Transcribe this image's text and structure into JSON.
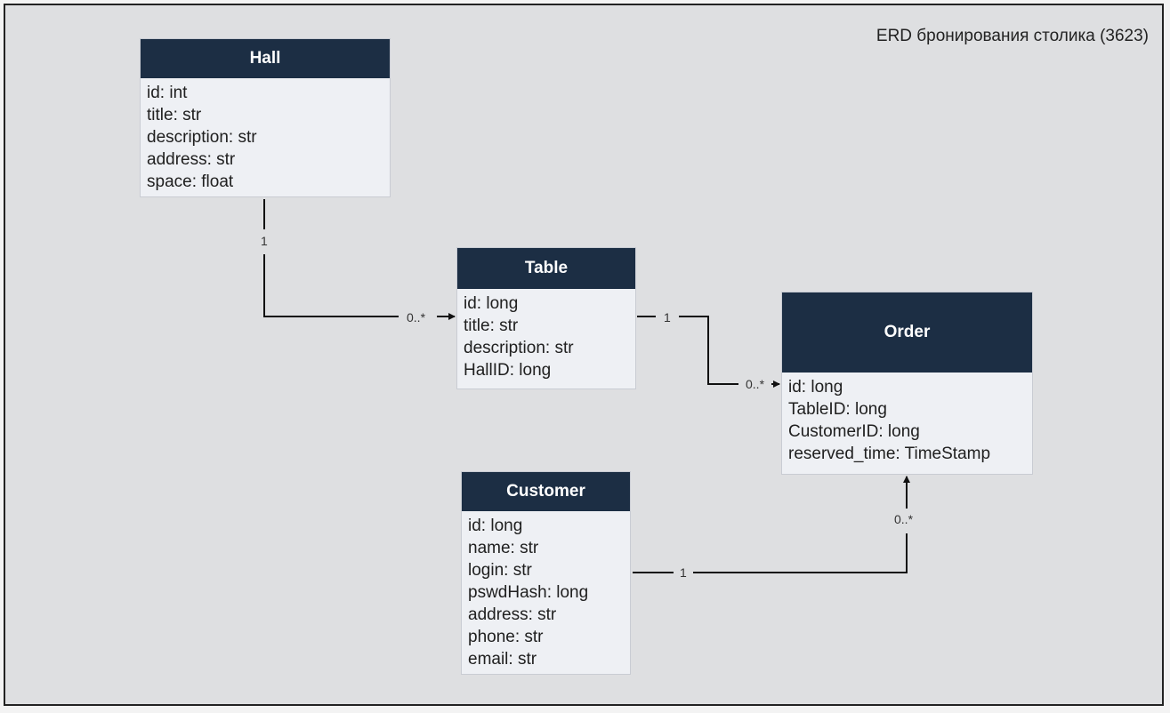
{
  "diagram_title": "ERD бронирования столика (3623)",
  "entities": {
    "hall": {
      "name": "Hall",
      "fields": [
        "id: int",
        "title: str",
        "description: str",
        "address: str",
        "space: float"
      ]
    },
    "table": {
      "name": "Table",
      "fields": [
        "id: long",
        "title: str",
        "description: str",
        "HallID: long"
      ]
    },
    "order": {
      "name": "Order",
      "fields": [
        "id: long",
        "TableID: long",
        "CustomerID: long",
        "reserved_time: TimeStamp"
      ]
    },
    "customer": {
      "name": "Customer",
      "fields": [
        "id: long",
        "name: str",
        "login: str",
        "pswdHash: long",
        "address: str",
        "phone: str",
        "email: str"
      ]
    }
  },
  "relations": {
    "hall_table": {
      "from_label": "1",
      "to_label": "0..*"
    },
    "table_order": {
      "from_label": "1",
      "to_label": "0..*"
    },
    "customer_order": {
      "from_label": "1",
      "to_label": "0..*"
    }
  }
}
